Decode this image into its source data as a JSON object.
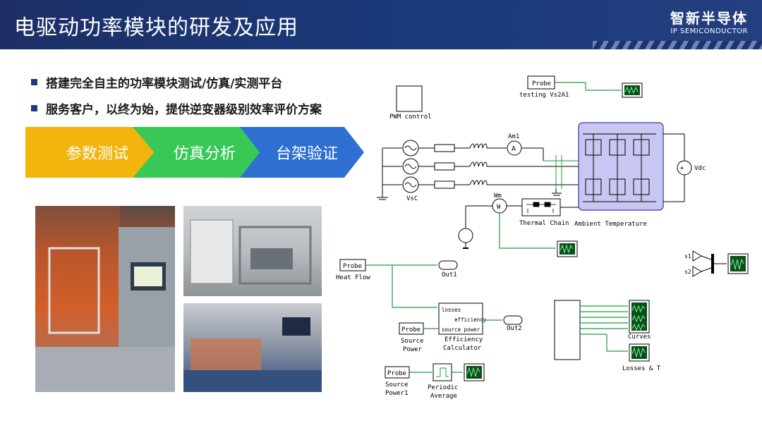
{
  "header": {
    "title": "电驱动功率模块的研发及应用",
    "brand_cn": "智新半导体",
    "brand_en": "IP SEMICONDUCTOR"
  },
  "bullets": [
    "搭建完全自主的功率模块测试/仿真/实测平台",
    "服务客户，以终为始，提供逆变器级别效率评价方案"
  ],
  "process_steps": [
    "参数测试",
    "仿真分析",
    "台架验证"
  ],
  "colors": {
    "header": "#1d2f66",
    "step1": "#f3b40e",
    "step2": "#39c856",
    "step3": "#2e6fd1",
    "inverter_block": "#c8c6f2"
  },
  "schematic": {
    "probe_testing": "Probe",
    "testing_label": "testing Vs2A1",
    "pwm_label": "PWM control",
    "ammeter_label": "Am1",
    "ammeter_symbol": "A",
    "vsc_label": "VsC",
    "vdc_label": "Vdc",
    "wattmeter_label": "Wm",
    "wattmeter_symbol": "W",
    "thermal_label": "Thermal Chain",
    "ambient_label": "Ambient Temperature",
    "probe_heat": "Probe",
    "heat_flow_label": "Heat Flow",
    "out1": "Out1",
    "eff_inputs": [
      "losses",
      "efficiency",
      "source power"
    ],
    "eff_label_1": "Efficiency",
    "eff_label_2": "Calculator",
    "probe_source": "Probe",
    "source_power_1": "Source",
    "source_power_2": "Power",
    "out2": "Out2",
    "probe_source1": "Probe",
    "source_power1_1": "Source",
    "source_power1_2": "Power1",
    "periodic_1": "Periodic",
    "periodic_2": "Average",
    "s1": "s1",
    "s2": "s2",
    "curves_label": "Curves",
    "losses_label": "Losses & T"
  }
}
